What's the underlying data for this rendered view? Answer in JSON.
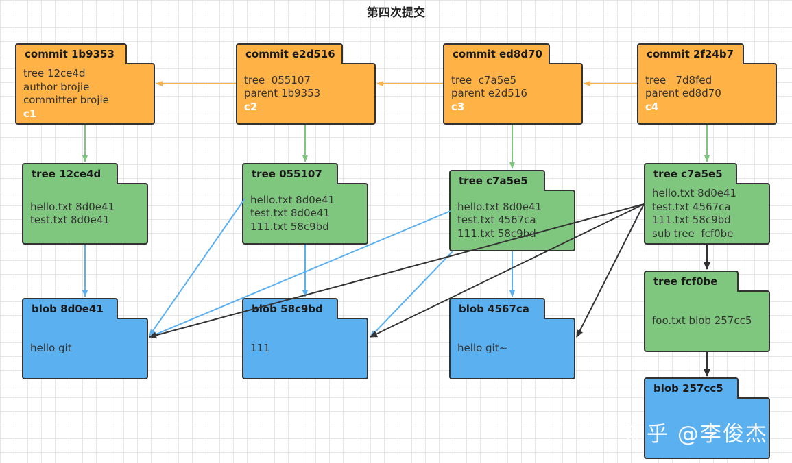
{
  "title": "第四次提交",
  "watermark": "知乎 @李俊杰",
  "colors": {
    "commit": "#FFB347",
    "tree": "#7FC77F",
    "blob": "#5BB0F0",
    "orange_edge": "#F5B24D",
    "green_edge": "#7FC77F",
    "blue_edge": "#5BB0F0",
    "dark_edge": "#333333"
  },
  "commits": [
    {
      "header": "commit 1b9353",
      "lines": [
        "tree 12ce4d",
        "author brojie",
        "committer brojie"
      ],
      "short": "c1"
    },
    {
      "header": "commit e2d516",
      "lines": [
        "tree  055107",
        "parent 1b9353"
      ],
      "short": "c2"
    },
    {
      "header": "commit ed8d70",
      "lines": [
        "tree  c7a5e5",
        "parent e2d516"
      ],
      "short": "c3"
    },
    {
      "header": "commit 2f24b7",
      "lines": [
        "tree   7d8fed",
        "parent ed8d70"
      ],
      "short": "c4"
    }
  ],
  "trees": [
    {
      "header": "tree 12ce4d",
      "lines": [
        "hello.txt 8d0e41",
        "test.txt 8d0e41"
      ]
    },
    {
      "header": "tree 055107",
      "lines": [
        "hello.txt 8d0e41",
        "test.txt 8d0e41",
        "111.txt 58c9bd"
      ]
    },
    {
      "header": "tree c7a5e5",
      "lines": [
        "hello.txt 8d0e41",
        "test.txt 4567ca",
        "111.txt 58c9bd"
      ]
    },
    {
      "header": "tree c7a5e5",
      "lines": [
        "hello.txt 8d0e41",
        "test.txt 4567ca",
        "111.txt 58c9bd",
        "sub tree  fcf0be"
      ]
    },
    {
      "header": "tree  fcf0be",
      "lines": [
        "foo.txt blob 257cc5"
      ]
    }
  ],
  "blobs": [
    {
      "header": "blob 8d0e41",
      "content": "hello git"
    },
    {
      "header": "blob 58c9bd",
      "content": "111"
    },
    {
      "header": "blob 4567ca",
      "content": "hello git~"
    },
    {
      "header": "blob 257cc5",
      "content": ""
    }
  ],
  "edges": [
    {
      "from": "commit-2",
      "to": "commit-1",
      "kind": "parent"
    },
    {
      "from": "commit-3",
      "to": "commit-2",
      "kind": "parent"
    },
    {
      "from": "commit-4",
      "to": "commit-3",
      "kind": "parent"
    },
    {
      "from": "commit-1",
      "to": "tree-1",
      "kind": "tree"
    },
    {
      "from": "commit-2",
      "to": "tree-2",
      "kind": "tree"
    },
    {
      "from": "commit-3",
      "to": "tree-3",
      "kind": "tree"
    },
    {
      "from": "commit-4",
      "to": "tree-4",
      "kind": "tree"
    },
    {
      "from": "tree-1",
      "to": "blob-1",
      "kind": "entry"
    },
    {
      "from": "tree-2",
      "to": "blob-1",
      "kind": "entry"
    },
    {
      "from": "tree-2",
      "to": "blob-2",
      "kind": "entry"
    },
    {
      "from": "tree-3",
      "to": "blob-1",
      "kind": "entry"
    },
    {
      "from": "tree-3",
      "to": "blob-2",
      "kind": "entry"
    },
    {
      "from": "tree-3",
      "to": "blob-3",
      "kind": "entry"
    },
    {
      "from": "tree-4",
      "to": "blob-1",
      "kind": "latest"
    },
    {
      "from": "tree-4",
      "to": "blob-2",
      "kind": "latest"
    },
    {
      "from": "tree-4",
      "to": "blob-3",
      "kind": "latest"
    },
    {
      "from": "tree-4",
      "to": "tree-5",
      "kind": "latest"
    },
    {
      "from": "tree-5",
      "to": "blob-4",
      "kind": "latest"
    }
  ]
}
